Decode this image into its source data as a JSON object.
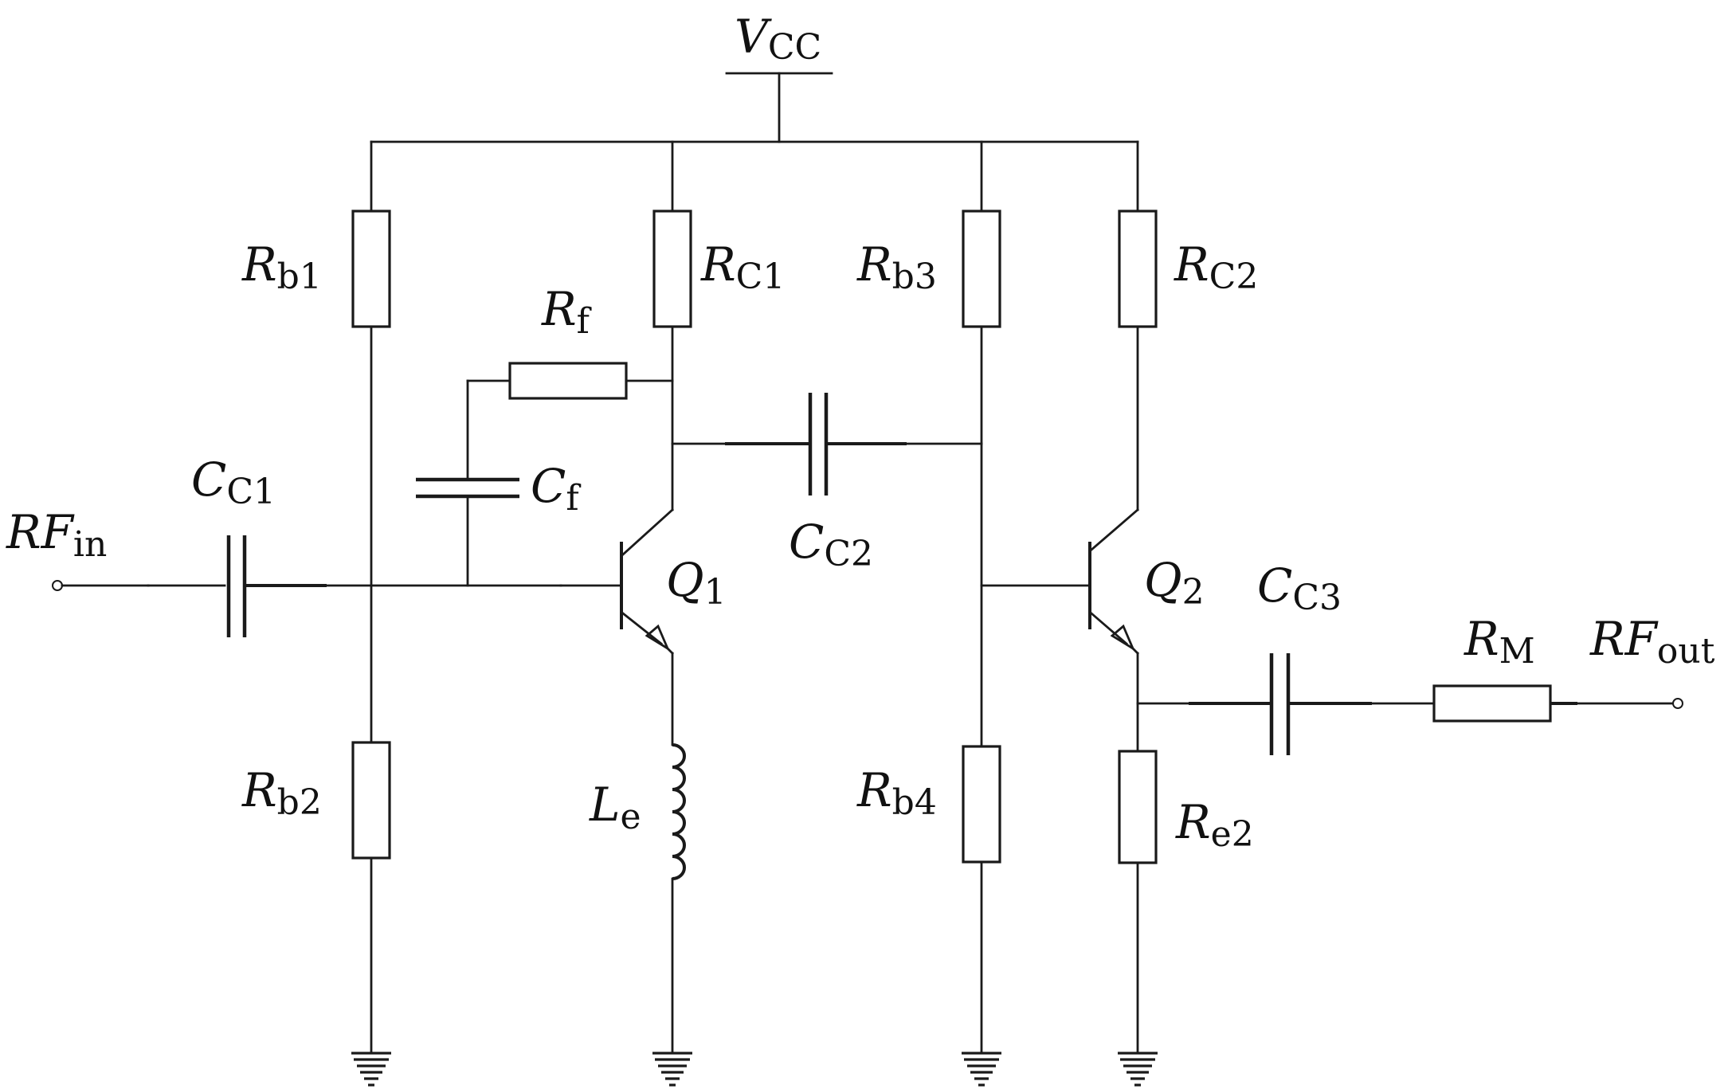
{
  "labels": {
    "vcc": {
      "main": "V",
      "sub": "CC"
    },
    "rb1": {
      "main": "R",
      "sub": "b1"
    },
    "rc1": {
      "main": "R",
      "sub": "C1"
    },
    "rb3": {
      "main": "R",
      "sub": "b3"
    },
    "rc2": {
      "main": "R",
      "sub": "C2"
    },
    "rf": {
      "main": "R",
      "sub": "f"
    },
    "cf": {
      "main": "C",
      "sub": "f"
    },
    "cc1": {
      "main": "C",
      "sub": "C1"
    },
    "cc2": {
      "main": "C",
      "sub": "C2"
    },
    "cc3": {
      "main": "C",
      "sub": "C3"
    },
    "rfin": {
      "main": "RF",
      "sub": "in"
    },
    "rfout": {
      "main": "RF",
      "sub": "out"
    },
    "q1": {
      "main": "Q",
      "sub": "1"
    },
    "q2": {
      "main": "Q",
      "sub": "2"
    },
    "rm": {
      "main": "R",
      "sub": "M"
    },
    "rb2": {
      "main": "R",
      "sub": "b2"
    },
    "le": {
      "main": "L",
      "sub": "e"
    },
    "rb4": {
      "main": "R",
      "sub": "b4"
    },
    "re2": {
      "main": "R",
      "sub": "e2"
    }
  }
}
